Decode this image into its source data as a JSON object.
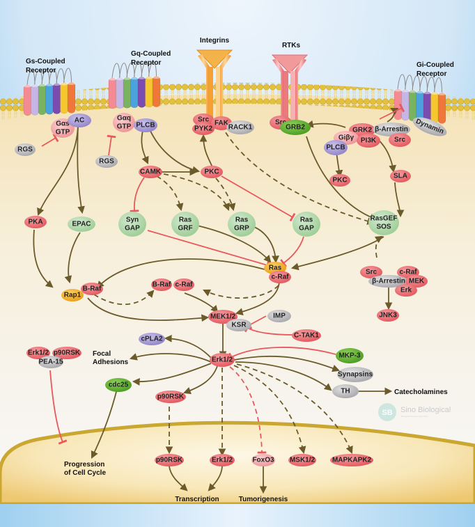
{
  "colors": {
    "red_node": "#e8646a",
    "pink_node": "#f2a3a6",
    "green_light": "#a9d3a0",
    "green_dark": "#5aaa2a",
    "gray_node": "#b9b9bb",
    "purple_node": "#a79ad2",
    "orange_node": "#f3ac25",
    "activation": "#6b5a2a",
    "inhibition": "#e8585c",
    "membrane": "#d9b638"
  },
  "receptors": {
    "gs": {
      "title_line1": "Gs-Coupled",
      "title_line2": "Receptor"
    },
    "gq": {
      "title_line1": "Gq-Coupled",
      "title_line2": "Receptor"
    },
    "integrins": {
      "title": "Integrins"
    },
    "rtks": {
      "title": "RTKs"
    },
    "gi": {
      "title_line1": "Gi-Coupled",
      "title_line2": "Receptor"
    }
  },
  "nodes": {
    "ac": "AC",
    "gas_1": "Gαs",
    "gas_2": "GTP",
    "rgs_left": "RGS",
    "gaq_1": "Gαq",
    "gaq_2": "GTP",
    "plcb_gq": "PLCB",
    "rgs_mid": "RGS",
    "src_int": "Src",
    "pyk2": "PYK2",
    "fak": "FAK",
    "rack1": "RACK1",
    "src_rtk": "Src",
    "grb2": "GRB2",
    "grk2": "GRK2",
    "barr_gi": "β-Arrestin",
    "dynamin": "Dynamin",
    "gibg": "Giβγ",
    "pi3k": "PI3K",
    "src_gi": "Src",
    "plcb_gi": "PLCB",
    "pkc_gi": "PKC",
    "sla": "SLA",
    "camk": "CAMK",
    "pkc_mid": "PKC",
    "pka": "PKA",
    "epac": "EPAC",
    "syngap_1": "Syn",
    "syngap_2": "GAP",
    "rasgrf_1": "Ras",
    "rasgrf_2": "GRF",
    "rasgrp_1": "Ras",
    "rasgrp_2": "GRP",
    "rasgap_1": "Ras",
    "rasgap_2": "GAP",
    "rasgef_1": "RasGEF",
    "rasgef_2": "SOS",
    "ras": "Ras",
    "craf_ras": "c-Raf",
    "rap1": "Rap1",
    "braf_rap": "B-Raf",
    "braf_dimer": "B-Raf",
    "craf_dimer": "c-Raf",
    "src_barr": "Src",
    "craf_barr": "c-Raf",
    "barr_complex": "β-Arrestin",
    "mek_barr": "MEK",
    "erk_barr": "Erk",
    "jnk3": "JNK3",
    "mek12": "MEK1/2",
    "imp": "IMP",
    "ksr": "KSR",
    "ctak1": "C-TAK1",
    "cpla2": "cPLA2",
    "erk_pea": "Erk1/2",
    "p90_pea": "p90RSK",
    "pea15": "PEA-15",
    "erk12": "Erk1/2",
    "mkp3": "MKP-3",
    "synapsins": "Synapsins",
    "th": "TH",
    "cdc25": "cdc25",
    "p90rsk_cyto": "p90RSK",
    "p90rsk_nuc": "p90RSK",
    "erk12_nuc": "Erk1/2",
    "foxo3": "FoxO3",
    "msk12": "MSK1/2",
    "mapkapk2": "MAPKAPK2"
  },
  "outcomes": {
    "focal_1": "Focal",
    "focal_2": "Adhesions",
    "catecholamines": "Catecholamines",
    "cellcycle_1": "Progression",
    "cellcycle_2": "of Cell Cycle",
    "transcription": "Transcription",
    "tumorigenesis": "Tumorigenesis"
  },
  "watermark": {
    "logo": "SB",
    "name": "Sino Biological",
    "tagline": "Biological Solution Specialist"
  }
}
